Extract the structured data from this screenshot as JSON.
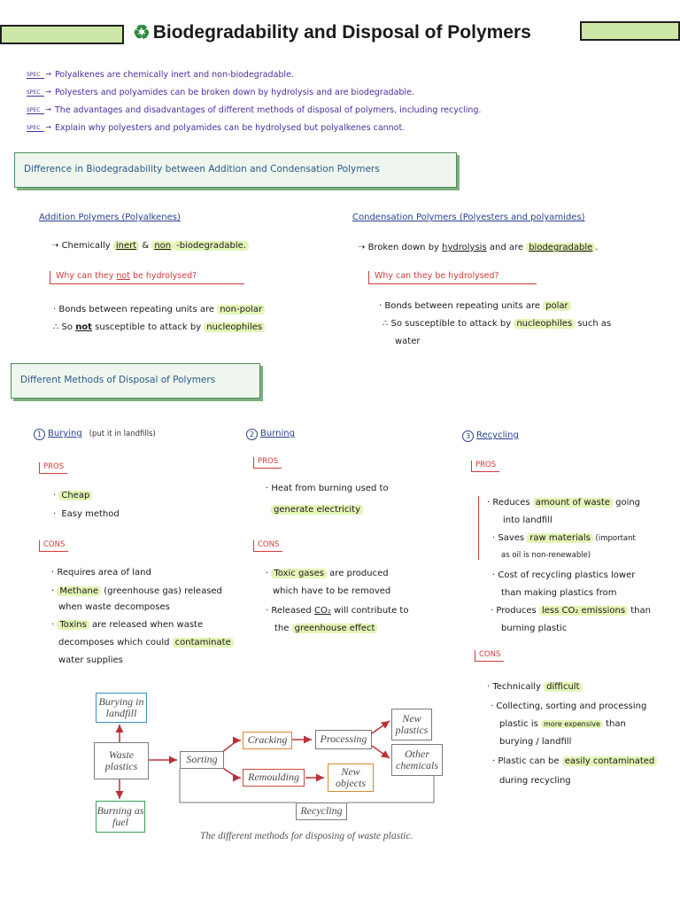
{
  "header": {
    "icon": "recycle-icon",
    "title": "Biodegradability and Disposal of Polymers",
    "accent_color": "#cde7a8"
  },
  "specs": [
    {
      "tag": "SPEC",
      "text": "Polyalkenes are chemically inert and non-biodegradable."
    },
    {
      "tag": "SPEC",
      "text": "Polyesters and polyamides can be broken down by hydrolysis and are biodegradable."
    },
    {
      "tag": "SPEC",
      "text": "The advantages and disadvantages of different methods of disposal of polymers, including recycling."
    },
    {
      "tag": "SPEC",
      "text": "Explain why polyesters and polyamides can be hydrolysed but polyalkenes cannot."
    }
  ],
  "section1": {
    "title": "Difference in Biodegradability between Addition and Condensation Polymers",
    "addition": {
      "heading": "Addition Polymers (Polyalkenes)",
      "lead_pre": "Chemically ",
      "lead_inert": "inert",
      "lead_amp": " & ",
      "lead_non": "non",
      "lead_rest": "-biodegradable.",
      "question_pre": "Why can they ",
      "question_not": "not",
      "question_post": " be hydrolysed?",
      "line1_pre": "Bonds between repeating units are ",
      "line1_hl": "non-polar",
      "line2_pre": "∴ So ",
      "line2_not": "not",
      "line2_mid": " susceptible to attack by ",
      "line2_hl": "nucleophiles"
    },
    "condensation": {
      "heading": "Condensation Polymers (Polyesters and polyamides)",
      "lead_pre": "Broken down by ",
      "lead_hl": "hydrolysis",
      "lead_mid": " and are ",
      "lead_hl2": "biodegradable",
      "lead_end": ".",
      "question": "Why can they be hydrolysed?",
      "line1_pre": "Bonds between repeating units are ",
      "line1_hl": "polar",
      "line2_pre": "∴ So susceptible to attack by ",
      "line2_hl": "nucleophiles",
      "line2_post": " such as",
      "line3": "water"
    }
  },
  "section2": {
    "title": "Different Methods of Disposal of Polymers",
    "burying": {
      "num": "1",
      "heading": "Burying",
      "note": "(put it in landfills)",
      "pros_label": "PROS",
      "pros": [
        "Cheap",
        "Easy method"
      ],
      "cons_label": "CONS",
      "cons_1": "Requires area of land",
      "cons_2_hl": "Methane",
      "cons_2_rest": " (greenhouse gas) released",
      "cons_2_cont": "when waste decomposes",
      "cons_3_hl": "Toxins",
      "cons_3_rest": " are released when waste",
      "cons_3_cont_pre": "decomposes which could ",
      "cons_3_cont_hl": "contaminate",
      "cons_3_cont2": "water supplies"
    },
    "burning": {
      "num": "2",
      "heading": "Burning",
      "pros_label": "PROS",
      "pros_1": "Heat from burning used to",
      "pros_1_hl": "generate electricity",
      "cons_label": "CONS",
      "cons_1_hl": "Toxic gases",
      "cons_1_rest": " are produced",
      "cons_1_cont": "which have to be removed",
      "cons_2_pre": "Released ",
      "cons_2_co2": "CO₂",
      "cons_2_post": " will contribute to",
      "cons_2_cont_pre": "the ",
      "cons_2_cont_hl": "greenhouse effect"
    },
    "recycling": {
      "num": "3",
      "heading": "Recycling",
      "pros_label": "PROS",
      "p1_pre": "Reduces ",
      "p1_hl": "amount of waste",
      "p1_post": " going",
      "p1_cont": "into landfill",
      "p2_pre": "Saves ",
      "p2_hl": "raw materials",
      "p2_post": " (important",
      "p2_cont": "as oil is non-renewable)",
      "p3": "Cost of recycling plastics lower",
      "p3_cont": "than making plastics from",
      "p4_pre": "Produces ",
      "p4_hl": "less CO₂ emissions",
      "p4_post": " than",
      "p4_cont": "burning plastic",
      "cons_label": "CONS",
      "c1_pre": "Technically ",
      "c1_hl": "difficult",
      "c2": "Collecting, sorting and processing",
      "c2_cont_pre": "plastic is ",
      "c2_cont_hl": "more expensive",
      "c2_cont_post": " than",
      "c2_cont2": "burying / landfill",
      "c3_pre": "Plastic can be ",
      "c3_hl": "easily contaminated",
      "c3_cont": "during recycling"
    }
  },
  "diagram": {
    "boxes": {
      "burying": "Burying in landfill",
      "waste": "Waste plastics",
      "burning": "Burning as fuel",
      "sorting": "Sorting",
      "cracking": "Cracking",
      "processing": "Processing",
      "new_plastics": "New plastics",
      "other_chemicals": "Other chemicals",
      "remoulding": "Remoulding",
      "new_objects": "New objects",
      "recycling": "Recycling"
    },
    "caption": "The different methods for disposing of waste plastic.",
    "arrow_color": "#b8323a"
  }
}
